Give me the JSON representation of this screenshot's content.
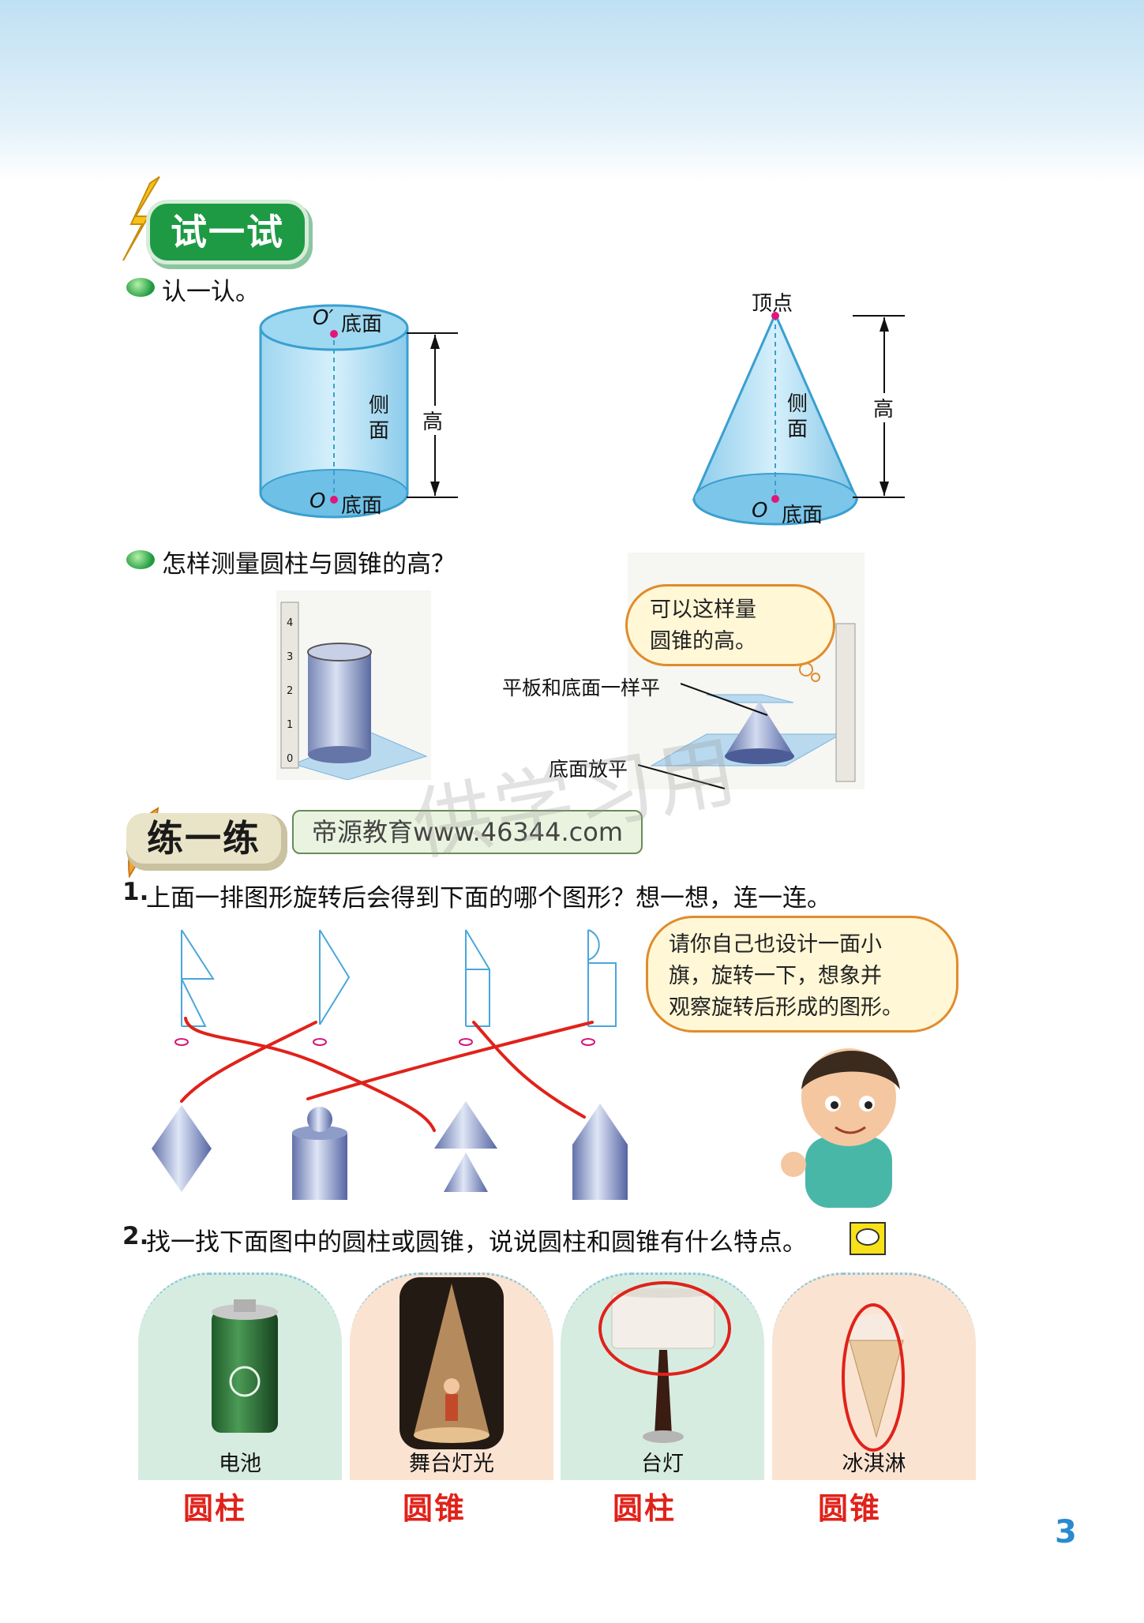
{
  "section_try": {
    "banner": "试一试",
    "q_recognize": "认一认。",
    "cylinder": {
      "top_point": "O′",
      "top_base": "底面",
      "side": "侧面",
      "height": "高",
      "bottom_point": "O",
      "bottom_base": "底面"
    },
    "cone": {
      "apex": "顶点",
      "side": "侧面",
      "height": "高",
      "point": "O",
      "base": "底面"
    },
    "q_measure": "怎样测量圆柱与圆锥的高？",
    "bubble_text": [
      "可以这样量",
      "圆锥的高。"
    ],
    "label_board": "平板和底面一样平",
    "label_base_flat": "底面放平",
    "ruler_ticks": [
      "0",
      "1",
      "2",
      "3",
      "4"
    ]
  },
  "section_practice": {
    "banner": "练一练",
    "watermark_text": "帝源教育www.46344.com",
    "overlay_mark": "供学习用",
    "q1_number": "1.",
    "q1_text": "上面一排图形旋转后会得到下面的哪个图形？想一想，连一连。",
    "q1_bubble": [
      "请你自己也设计一面小",
      "旗，旋转一下，想象并",
      "观察旋转后形成的图形。"
    ],
    "q2_number": "2.",
    "q2_text": "找一找下面图中的圆柱或圆锥，说说圆柱和圆锥有什么特点。",
    "cards": [
      {
        "caption": "电池",
        "answer": "圆柱",
        "bg": "#d7ece1"
      },
      {
        "caption": "舞台灯光",
        "answer": "圆锥",
        "bg": "#fbe3d2"
      },
      {
        "caption": "台灯",
        "answer": "圆柱",
        "bg": "#d7ece1"
      },
      {
        "caption": "冰淇淋",
        "answer": "圆锥",
        "bg": "#fbe3d2"
      }
    ]
  },
  "page_number": "3",
  "colors": {
    "accent_green": "#1e9a45",
    "answer_red": "#e0221a",
    "page_num_blue": "#2a8ad0"
  }
}
